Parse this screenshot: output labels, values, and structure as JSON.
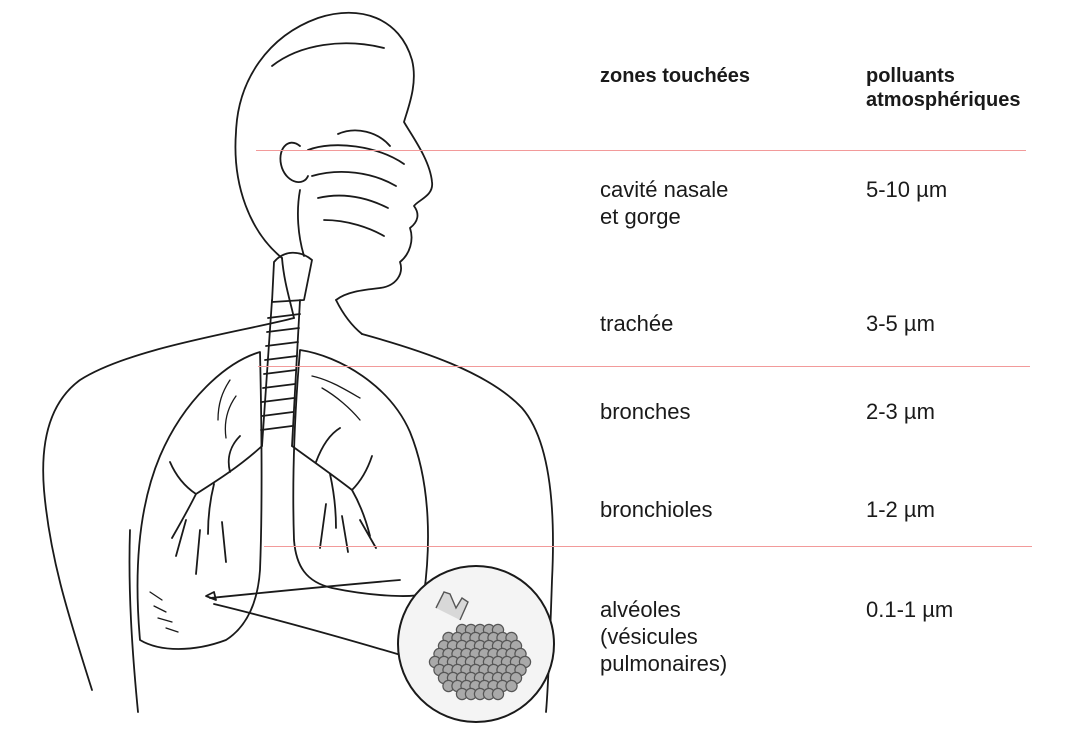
{
  "header": {
    "zones": "zones touchées",
    "polluants": "polluants\natmosphériques"
  },
  "rows": [
    {
      "zone": "cavité nasale\net gorge",
      "size": "5-10 µm"
    },
    {
      "zone": "trachée",
      "size": "3-5 µm"
    },
    {
      "zone": "bronches",
      "size": "2-3 µm"
    },
    {
      "zone": "bronchioles",
      "size": "1-2 µm"
    },
    {
      "zone": "alvéoles\n(vésicules\npulmonaires)",
      "size": "0.1-1 µm"
    }
  ],
  "colors": {
    "guide_line": "#f29a9a",
    "outline": "#1a1a1a",
    "alveoli_fill": "#a9a9a9",
    "alveoli_stroke": "#555555",
    "magnifier_fill": "#f4f4f4"
  },
  "icons": [
    "respiratory-system-illustration",
    "alveoli-magnifier-icon"
  ]
}
